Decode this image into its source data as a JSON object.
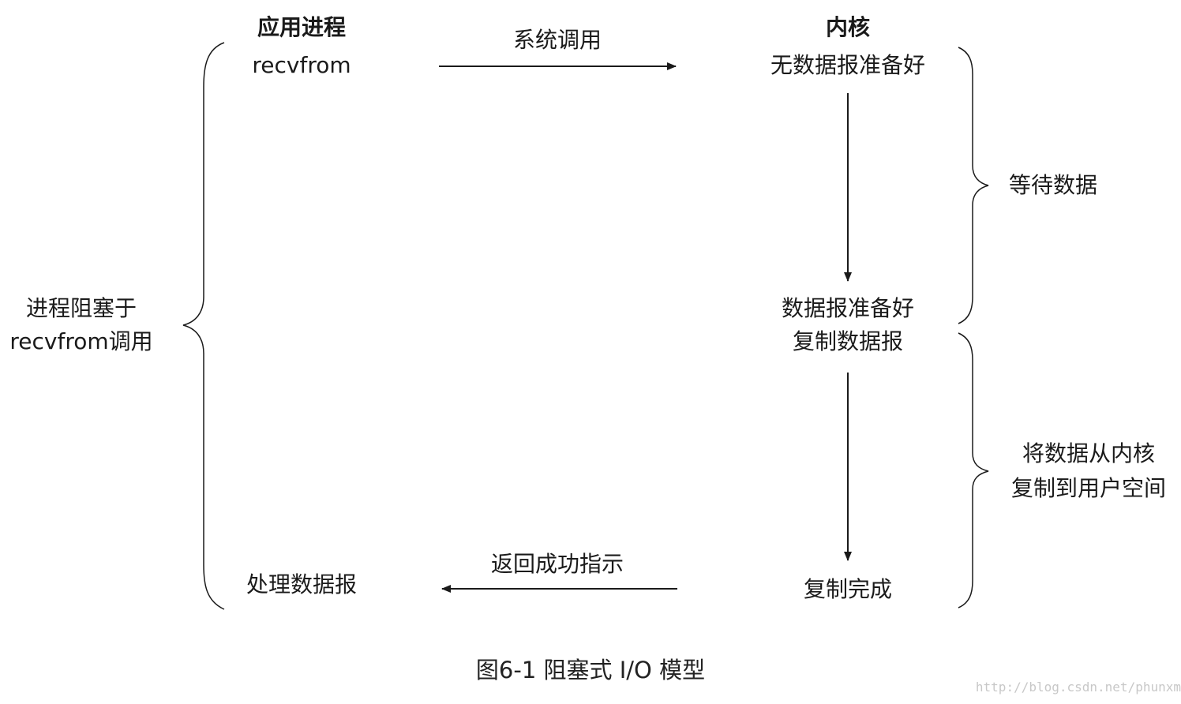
{
  "diagram": {
    "app_process_title": "应用进程",
    "recvfrom": "recvfrom",
    "kernel_title": "内核",
    "no_datagram_ready": "无数据报准备好",
    "system_call": "系统调用",
    "wait_for_data": "等待数据",
    "datagram_ready": "数据报准备好",
    "copy_datagram": "复制数据报",
    "copy_to_user_line1": "将数据从内核",
    "copy_to_user_line2": "复制到用户空间",
    "process_blocked_line1": "进程阻塞于",
    "process_blocked_line2": "recvfrom调用",
    "process_datagram": "处理数据报",
    "return_ok": "返回成功指示",
    "copy_complete": "复制完成",
    "caption": "图6-1 阻塞式 I/O 模型",
    "watermark": "http://blog.csdn.net/phunxm"
  },
  "colors": {
    "ink": "#1a1a1a",
    "watermark": "#c8c8c8"
  }
}
